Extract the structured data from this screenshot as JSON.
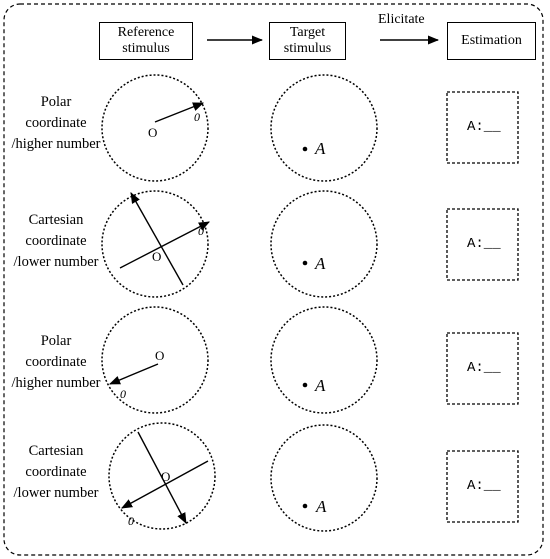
{
  "header": {
    "reference_label": "Reference\nstimulus",
    "target_label": "Target\nstimulus",
    "elicitate_label": "Elicitate",
    "estimation_label": "Estimation"
  },
  "rows": [
    {
      "label": "Polar\ncoordinate\n/higher number",
      "origin_label": "O",
      "zero_label": "0",
      "target_point_label": "A",
      "estimation_text": "A:__"
    },
    {
      "label": "Cartesian\ncoordinate\n/lower number",
      "origin_label": "O",
      "zero_label": "0",
      "target_point_label": "A",
      "estimation_text": "A:__"
    },
    {
      "label": "Polar\ncoordinate\n/higher number",
      "origin_label": "O",
      "zero_label": "0",
      "target_point_label": "A",
      "estimation_text": "A:__"
    },
    {
      "label": "Cartesian\ncoordinate\n/lower number",
      "origin_label": "O",
      "zero_label": "0",
      "target_point_label": "A",
      "estimation_text": "A:__"
    }
  ]
}
